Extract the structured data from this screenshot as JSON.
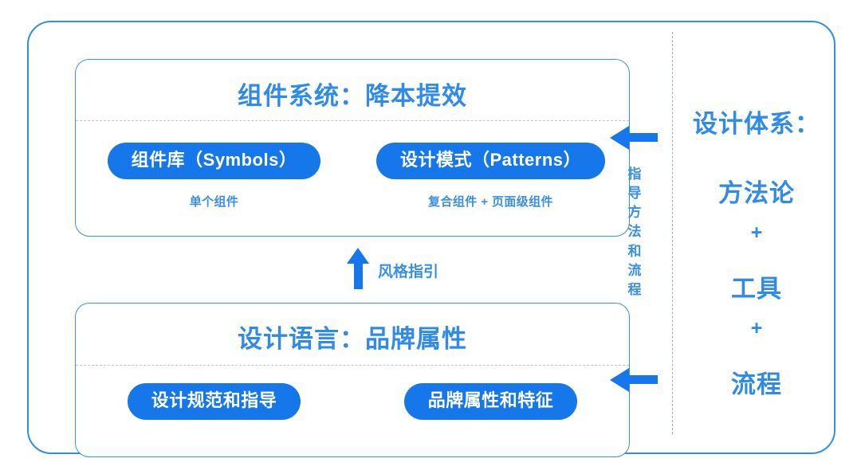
{
  "diagram": {
    "accent_blue": "#1677ea",
    "text_blue": "#2f8ae8",
    "border_blue": "#3a92e0",
    "sections": [
      {
        "title": "组件系统：降本提效",
        "pills": [
          {
            "label": "组件库（Symbols）",
            "caption": "单个组件"
          },
          {
            "label": "设计模式（Patterns）",
            "caption": "复合组件 + 页面级组件"
          }
        ]
      },
      {
        "title": "设计语言：品牌属性",
        "pills": [
          {
            "label": "设计规范和指导",
            "caption": ""
          },
          {
            "label": "品牌属性和特征",
            "caption": ""
          }
        ]
      }
    ],
    "style_guide_label": "风格指引",
    "vertical_label": "指导方法和流程",
    "right_column": {
      "heading": "设计体系：",
      "items": [
        "方法论",
        "工具",
        "流程"
      ],
      "plus": "+"
    }
  }
}
